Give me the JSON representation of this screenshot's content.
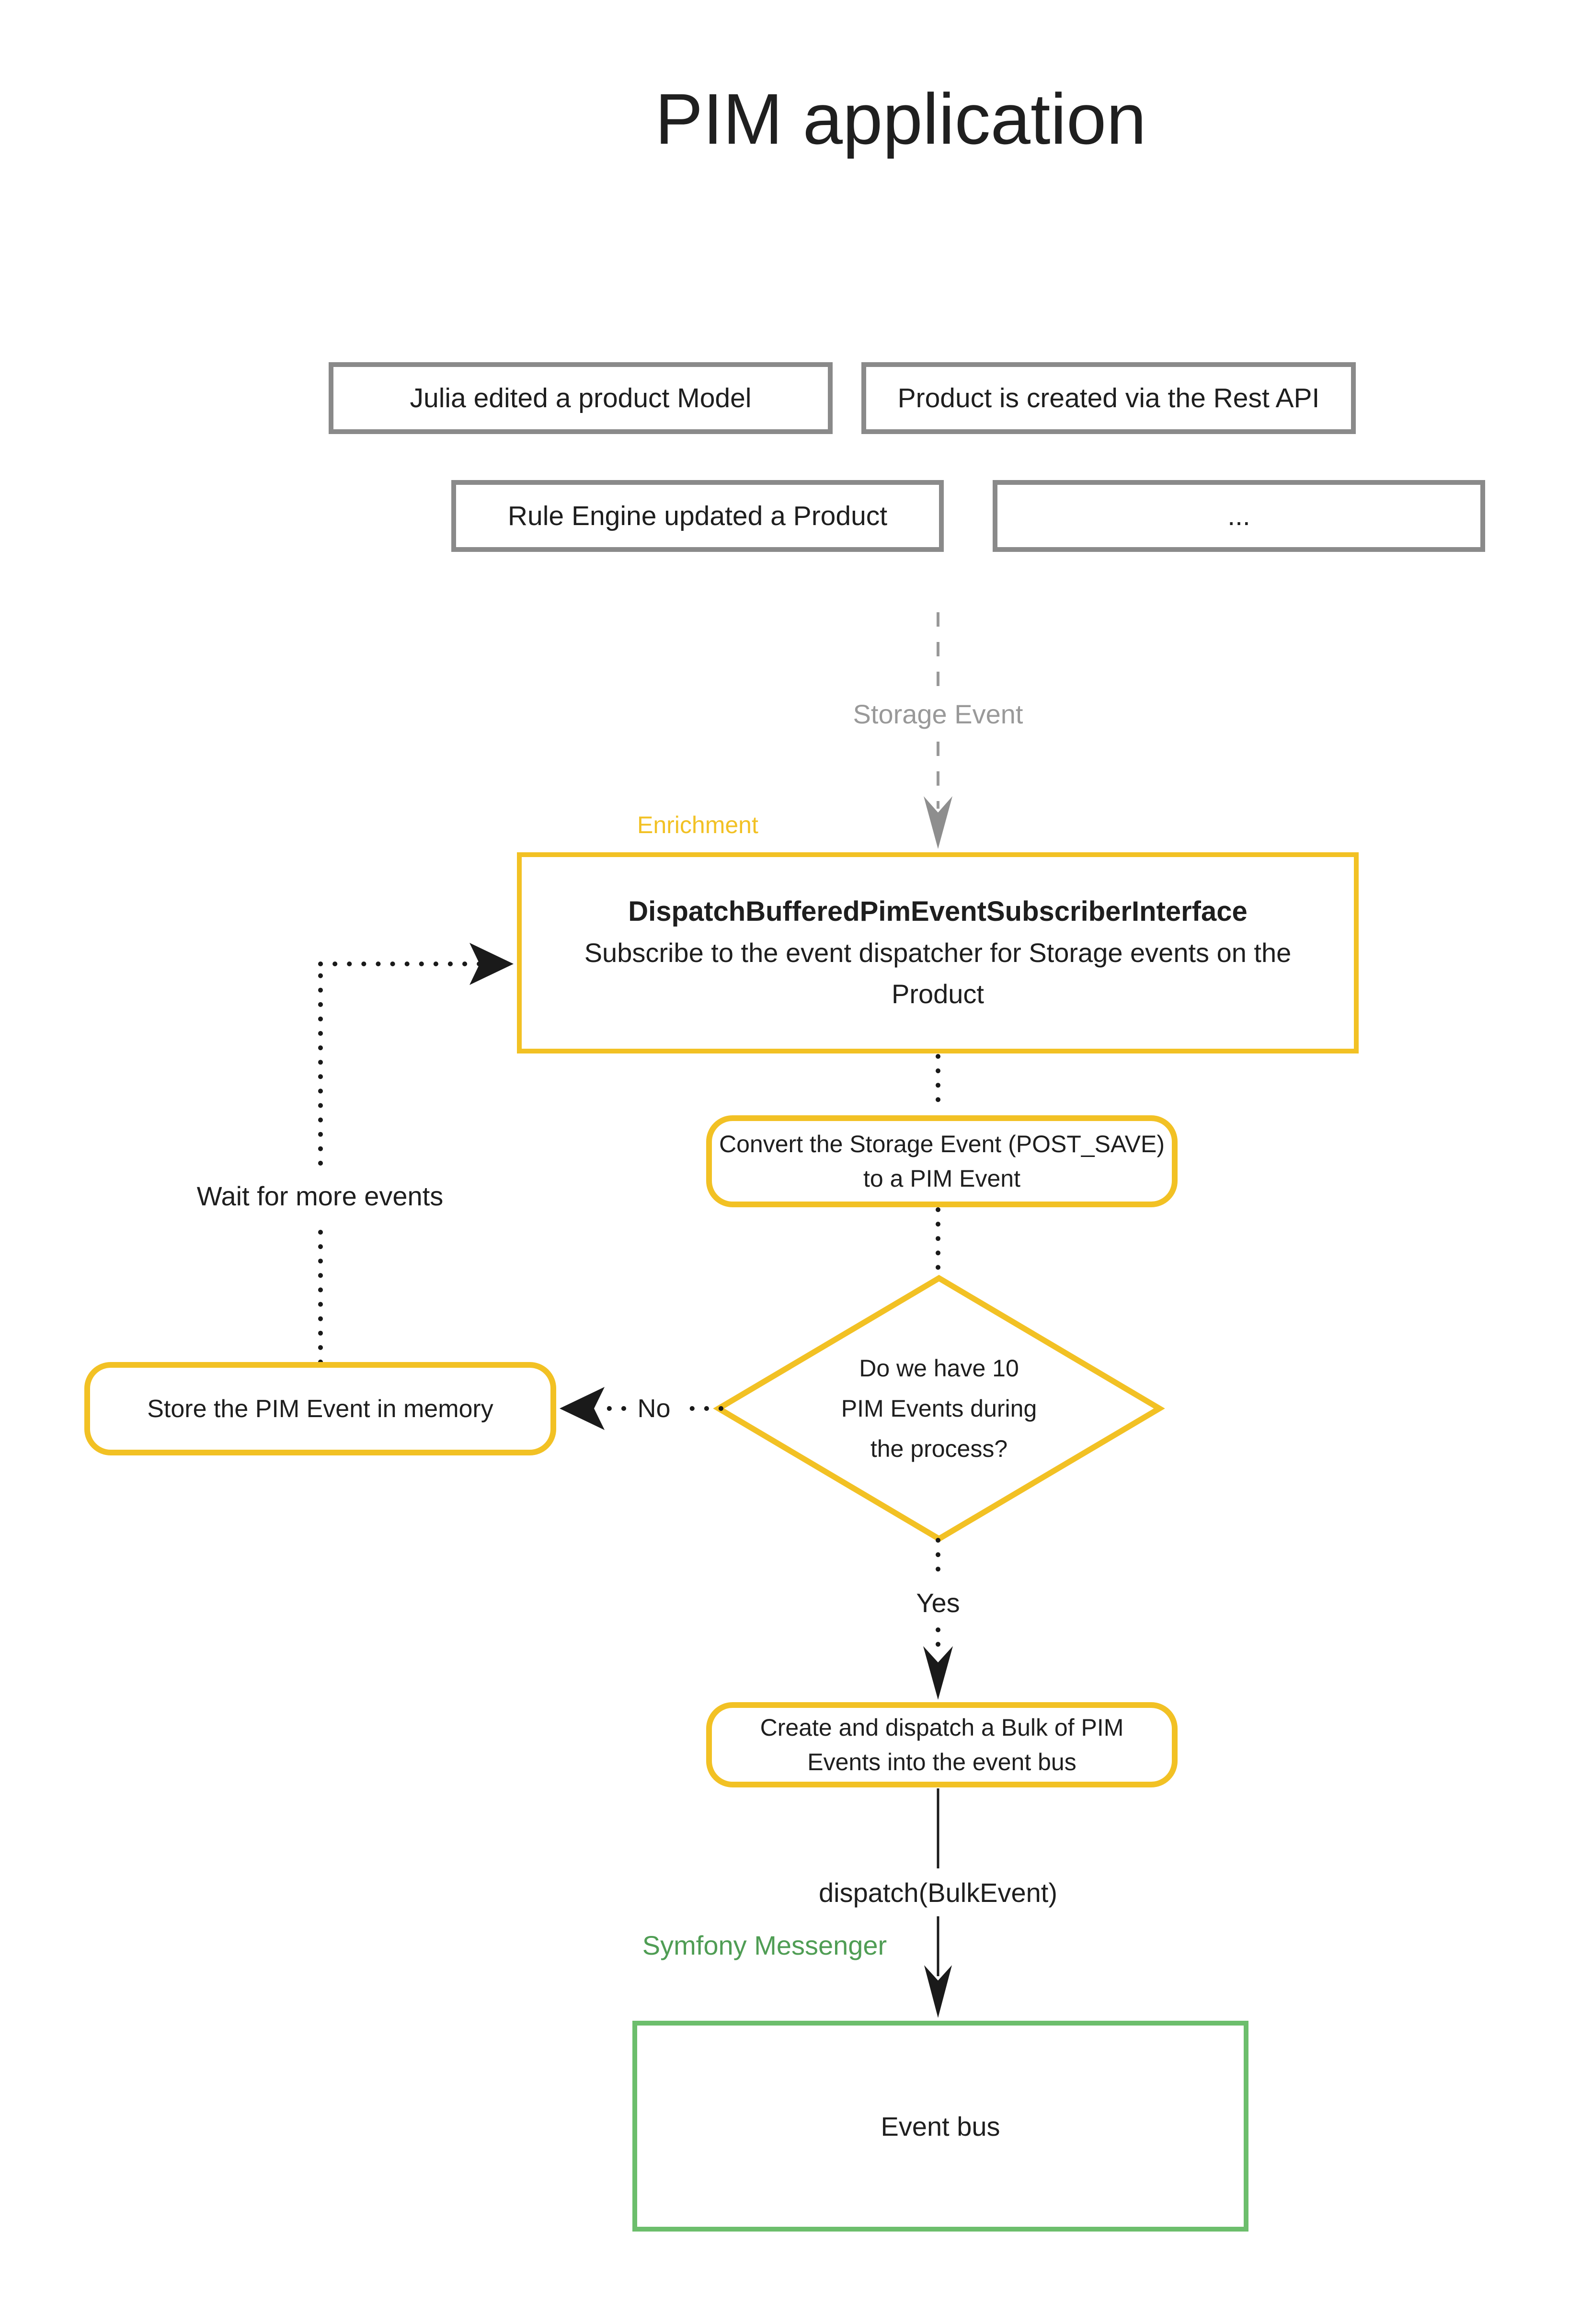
{
  "title": "PIM application",
  "colors": {
    "accent_yellow": "#F2C124",
    "green_border": "#6CBE6C",
    "green_text": "#4F9D54",
    "gray_border": "#8A8A8A",
    "gray_text": "#999999",
    "arrow_gray": "#8E8E8E",
    "ink": "#1E1E1E"
  },
  "sources": {
    "box1": "Julia edited a product Model",
    "box2": "Product is created via the Rest API",
    "box3": "Rule Engine updated a Product",
    "box4": "..."
  },
  "labels": {
    "storage_event": "Storage Event",
    "enrichment": "Enrichment",
    "wait": "Wait for more events",
    "no": "No",
    "yes": "Yes",
    "dispatch": "dispatch(BulkEvent)",
    "symfony": "Symfony Messenger"
  },
  "subscriber": {
    "title": "DispatchBufferedPimEventSubscriberInterface",
    "line1": "Subscribe to the event dispatcher for Storage events on the",
    "line2": "Product"
  },
  "convert": {
    "line1": "Convert the Storage Event (POST_SAVE)",
    "line2": "to a PIM Event"
  },
  "decision": {
    "line1": "Do we have 10",
    "line2": "PIM Events during",
    "line3": "the process?"
  },
  "store": {
    "label": "Store the PIM Event in memory"
  },
  "bulk": {
    "line1": "Create and dispatch a Bulk of PIM",
    "line2": "Events into the event bus"
  },
  "event_bus": {
    "label": "Event bus"
  }
}
